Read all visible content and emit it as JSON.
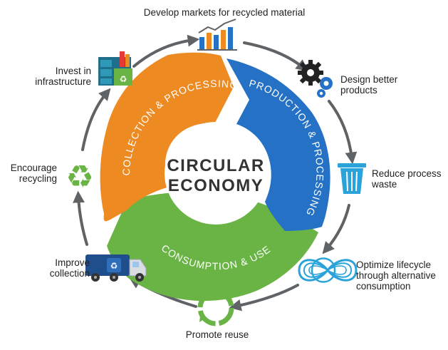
{
  "diagram": {
    "center": {
      "line1": "CIRCULAR",
      "line2": "ECONOMY"
    },
    "segments": {
      "collection": "COLLECTION & PROCESSING",
      "production": "PRODUCTION & PROCESSING",
      "consumption": "CONSUMPTION & USE"
    },
    "steps": {
      "develop_markets": [
        "Develop markets for recycled material"
      ],
      "design_products": [
        "Design better",
        "products"
      ],
      "reduce_waste": [
        "Reduce process",
        "waste"
      ],
      "optimize_lifecycle": [
        "Optimize lifecycle",
        "through alternative",
        "consumption"
      ],
      "promote_reuse": [
        "Promote reuse"
      ],
      "improve_collection": [
        "Improve",
        "collection"
      ],
      "encourage_recycling": [
        "Encourage",
        "recycling"
      ],
      "invest_infrastructure": [
        "Invest in",
        "infrastructure"
      ]
    },
    "colors": {
      "orange": "#EE8A22",
      "blue": "#2471C5",
      "green": "#6AB345",
      "cycle_arrow": "#5F6366",
      "text": "#333333"
    },
    "icons": {
      "develop_markets": "bar-chart-icon",
      "design_products": "gears-icon",
      "reduce_waste": "trash-bin-icon",
      "optimize_lifecycle": "infinity-icon",
      "promote_reuse": "reuse-cycle-icon",
      "improve_collection": "garbage-truck-icon",
      "encourage_recycling": "recycle-icon",
      "invest_infrastructure": "factory-icon"
    }
  }
}
